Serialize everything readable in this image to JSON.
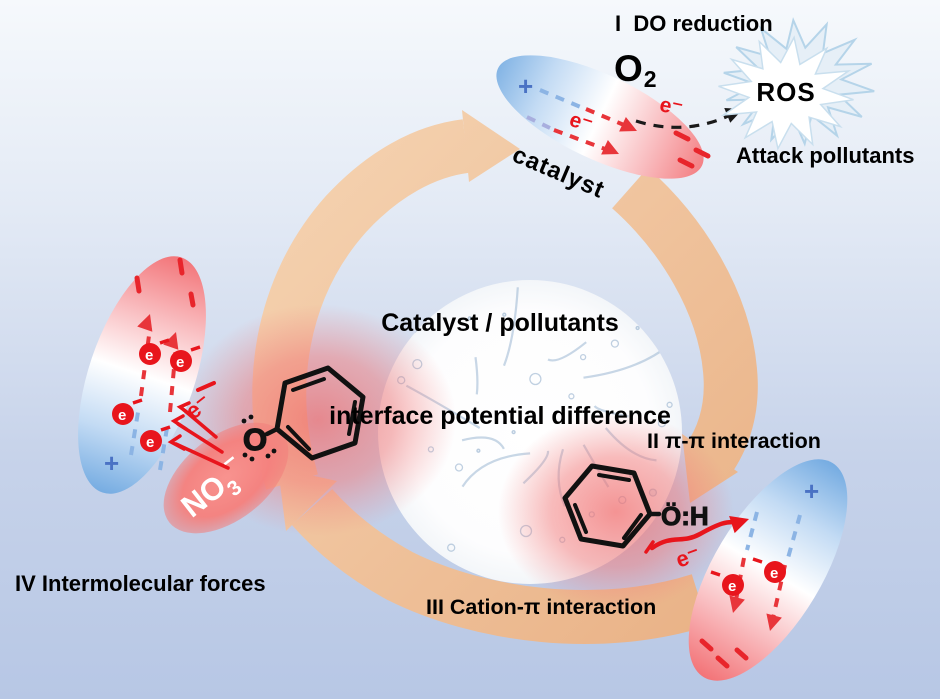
{
  "scene": {
    "background": {
      "gradient_top": "#f6f9fc",
      "gradient_bottom": "#b7c7e5"
    },
    "colors": {
      "cycle_arrow_tan": "#f0c49e",
      "electron_red": "#e8151c",
      "charge_plus_blue": "#4a72c4",
      "particle_blue_end": "#6fa8e0",
      "particle_red_end": "#f26e72",
      "pollutant_glow_red": "#f06a6a",
      "nitrate_blob_red": "#f5817e",
      "starburst_outline_blue": "#aed2e8",
      "structure_black": "#111111",
      "label_black": "#000000"
    },
    "steps": {
      "step1": "I  DO reduction",
      "step2": "II π-π interaction",
      "step3": "III Cation-π interaction",
      "step4": "IV Intermolecular forces"
    },
    "molecules": {
      "o2_base": "O",
      "o2_sub": "2",
      "ros": "ROS",
      "nitrate_base": "NO",
      "nitrate_sub": "3",
      "nitrate_charge": "−",
      "phenol_oh": "Ö:H",
      "phenolate_o": "O"
    },
    "labels": {
      "attack": "Attack pollutants",
      "catalyst": "catalyst",
      "center_line1": "Catalyst / pollutants",
      "center_line2": "interface potential difference",
      "electron": "e",
      "electron_minus": "e⁻",
      "plus": "+"
    }
  }
}
